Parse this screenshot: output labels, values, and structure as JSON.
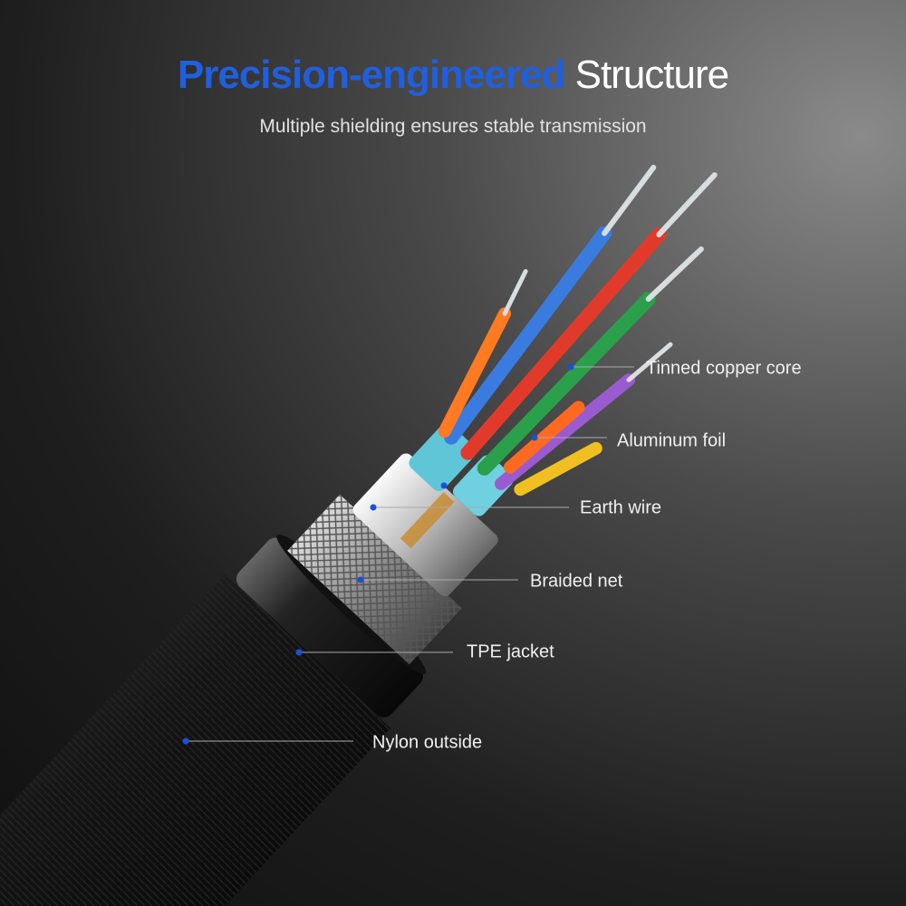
{
  "header": {
    "title_highlight": "Precision-engineered",
    "title_rest": "Structure",
    "subtitle": "Multiple shielding ensures stable transmission"
  },
  "labels": [
    "Tinned copper core",
    "Aluminum foil",
    "Earth wire",
    "Braided net",
    "TPE jacket",
    "Nylon outside"
  ],
  "colors": {
    "accent": "#1f5fe0",
    "dot": "#1a4fd8"
  }
}
